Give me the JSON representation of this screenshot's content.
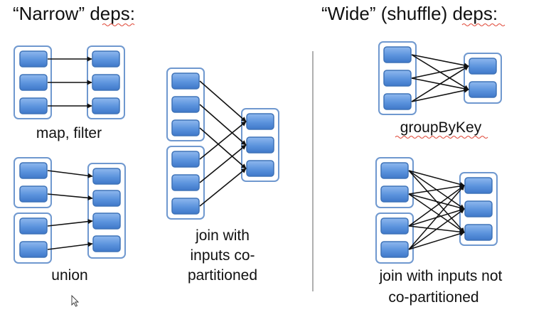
{
  "headings": {
    "narrow": "“Narrow” deps:",
    "wide": "“Wide” (shuffle) deps:"
  },
  "captions": {
    "map_filter": "map, filter",
    "union": "union",
    "join_copart_1": "join with",
    "join_copart_2": "inputs co-",
    "join_copart_3": "partitioned",
    "group_by_key": "groupByKey",
    "join_not_copart_1": "join with inputs not",
    "join_not_copart_2": "co-partitioned"
  },
  "colors": {
    "partition_fill": "#5b93dd",
    "partition_border": "#3f73b8",
    "rdd_border": "#6f98cf",
    "arrow": "#111111",
    "divider": "#b0b0b0",
    "spellcheck": "#e04a3a"
  },
  "icons": {
    "cursor": "mouse-pointer-icon"
  }
}
